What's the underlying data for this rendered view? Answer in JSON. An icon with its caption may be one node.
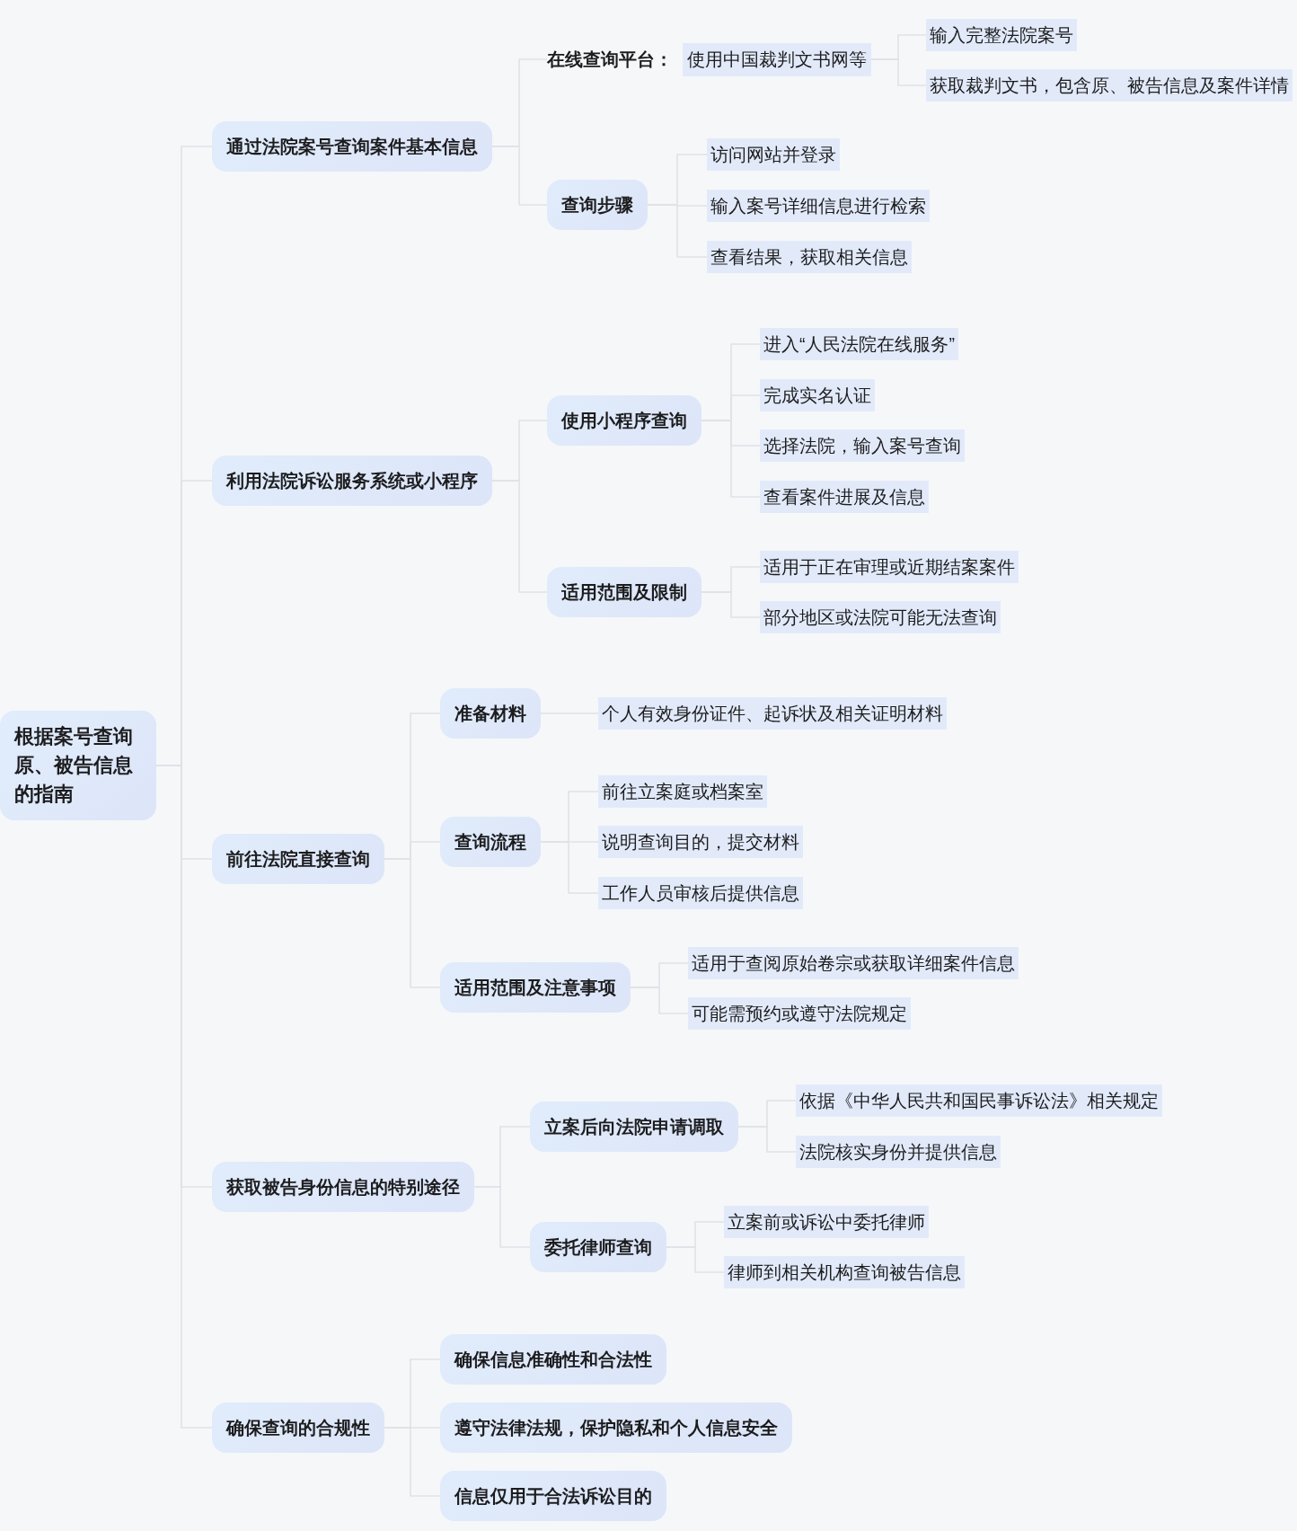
{
  "diagram": {
    "nodes": [
      {
        "text": [
          "根据案号查询原、被告信息的指南"
        ]
      },
      {
        "text": [
          "通过法院案号查询案件基本信息"
        ]
      },
      {
        "text": [
          "在线查询平台：",
          "使用中国裁判文书网等"
        ]
      },
      {
        "text": [
          "输入完整法院案号"
        ]
      },
      {
        "text": [
          "获取裁判文书，包含原、被告信息及案件详情"
        ]
      },
      {
        "text": [
          "查询步骤"
        ]
      },
      {
        "text": [
          "访问网站并登录"
        ]
      },
      {
        "text": [
          "输入案号详细信息进行检索"
        ]
      },
      {
        "text": [
          "查看结果，获取相关信息"
        ]
      },
      {
        "text": [
          "利用法院诉讼服务系统或小程序"
        ]
      },
      {
        "text": [
          "使用小程序查询"
        ]
      },
      {
        "text": [
          "进入“人民法院在线服务”"
        ]
      },
      {
        "text": [
          "完成实名认证"
        ]
      },
      {
        "text": [
          "选择法院，输入案号查询"
        ]
      },
      {
        "text": [
          "查看案件进展及信息"
        ]
      },
      {
        "text": [
          "适用范围及限制"
        ]
      },
      {
        "text": [
          "适用于正在审理或近期结案案件"
        ]
      },
      {
        "text": [
          "部分地区或法院可能无法查询"
        ]
      },
      {
        "text": [
          "前往法院直接查询"
        ]
      },
      {
        "text": [
          "准备材料"
        ]
      },
      {
        "text": [
          "个人有效身份证件、起诉状及相关证明材料"
        ]
      },
      {
        "text": [
          "查询流程"
        ]
      },
      {
        "text": [
          "前往立案庭或档案室"
        ]
      },
      {
        "text": [
          "说明查询目的，提交材料"
        ]
      },
      {
        "text": [
          "工作人员审核后提供信息"
        ]
      },
      {
        "text": [
          "适用范围及注意事项"
        ]
      },
      {
        "text": [
          "适用于查阅原始卷宗或获取详细案件信息"
        ]
      },
      {
        "text": [
          "可能需预约或遵守法院规定"
        ]
      },
      {
        "text": [
          "获取被告身份信息的特别途径"
        ]
      },
      {
        "text": [
          "立案后向法院申请调取"
        ]
      },
      {
        "text": [
          "依据《中华人民共和国民事诉讼法》相关规定"
        ]
      },
      {
        "text": [
          "法院核实身份并提供信息"
        ]
      },
      {
        "text": [
          "委托律师查询"
        ]
      },
      {
        "text": [
          "立案前或诉讼中委托律师"
        ]
      },
      {
        "text": [
          "律师到相关机构查询被告信息"
        ]
      },
      {
        "text": [
          "确保查询的合规性"
        ]
      },
      {
        "text": [
          "确保信息准确性和合法性"
        ]
      },
      {
        "text": [
          "遵守法律法规，保护隐私和个人信息安全"
        ]
      },
      {
        "text": [
          "信息仅用于合法诉讼目的"
        ]
      }
    ],
    "edges": [
      {
        "from": 0,
        "to": 1,
        "arrow": "none"
      },
      {
        "from": 0,
        "to": 9,
        "arrow": "none"
      },
      {
        "from": 0,
        "to": 18,
        "arrow": "none"
      },
      {
        "from": 0,
        "to": 28,
        "arrow": "none"
      },
      {
        "from": 0,
        "to": 35,
        "arrow": "none"
      },
      {
        "from": 1,
        "to": 2,
        "arrow": "none"
      },
      {
        "from": 1,
        "to": 5,
        "arrow": "none"
      },
      {
        "from": 2,
        "to": 3,
        "arrow": "none"
      },
      {
        "from": 2,
        "to": 4,
        "arrow": "none"
      },
      {
        "from": 5,
        "to": 6,
        "arrow": "none"
      },
      {
        "from": 5,
        "to": 7,
        "arrow": "none"
      },
      {
        "from": 5,
        "to": 8,
        "arrow": "none"
      },
      {
        "from": 9,
        "to": 10,
        "arrow": "none"
      },
      {
        "from": 9,
        "to": 15,
        "arrow": "none"
      },
      {
        "from": 10,
        "to": 11,
        "arrow": "none"
      },
      {
        "from": 10,
        "to": 12,
        "arrow": "none"
      },
      {
        "from": 10,
        "to": 13,
        "arrow": "none"
      },
      {
        "from": 10,
        "to": 14,
        "arrow": "none"
      },
      {
        "from": 15,
        "to": 16,
        "arrow": "none"
      },
      {
        "from": 15,
        "to": 17,
        "arrow": "none"
      },
      {
        "from": 18,
        "to": 19,
        "arrow": "none"
      },
      {
        "from": 18,
        "to": 21,
        "arrow": "none"
      },
      {
        "from": 18,
        "to": 25,
        "arrow": "none"
      },
      {
        "from": 19,
        "to": 20,
        "arrow": "none"
      },
      {
        "from": 21,
        "to": 22,
        "arrow": "none"
      },
      {
        "from": 21,
        "to": 23,
        "arrow": "none"
      },
      {
        "from": 21,
        "to": 24,
        "arrow": "none"
      },
      {
        "from": 25,
        "to": 26,
        "arrow": "none"
      },
      {
        "from": 25,
        "to": 27,
        "arrow": "none"
      },
      {
        "from": 28,
        "to": 29,
        "arrow": "none"
      },
      {
        "from": 28,
        "to": 32,
        "arrow": "none"
      },
      {
        "from": 29,
        "to": 30,
        "arrow": "none"
      },
      {
        "from": 29,
        "to": 31,
        "arrow": "none"
      },
      {
        "from": 32,
        "to": 33,
        "arrow": "none"
      },
      {
        "from": 32,
        "to": 34,
        "arrow": "none"
      },
      {
        "from": 35,
        "to": 36,
        "arrow": "none"
      },
      {
        "from": 35,
        "to": 37,
        "arrow": "none"
      },
      {
        "from": 35,
        "to": 38,
        "arrow": "none"
      }
    ]
  }
}
